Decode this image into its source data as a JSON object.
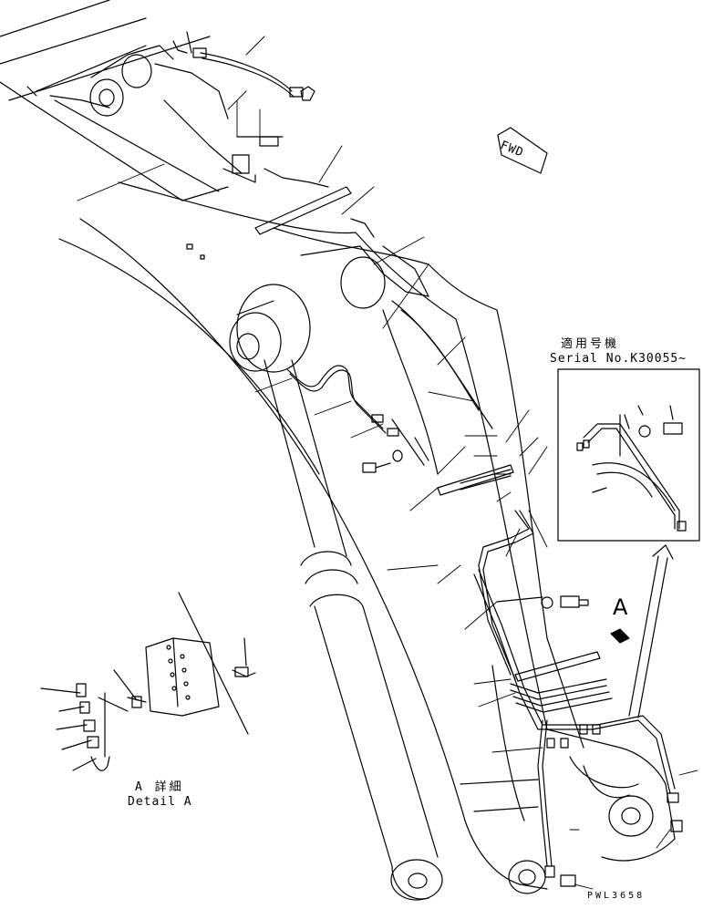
{
  "drawing": {
    "serial_applicability_title": "適用号機",
    "serial_number_label": "Serial No.K30055~",
    "detail_label_ja": "A 詳細",
    "detail_label_en": "Detail A",
    "view_callout": "A",
    "direction_label": "FWD",
    "drawing_number": "PWL3658"
  },
  "colors": {
    "line": "#000000",
    "background": "#ffffff"
  }
}
